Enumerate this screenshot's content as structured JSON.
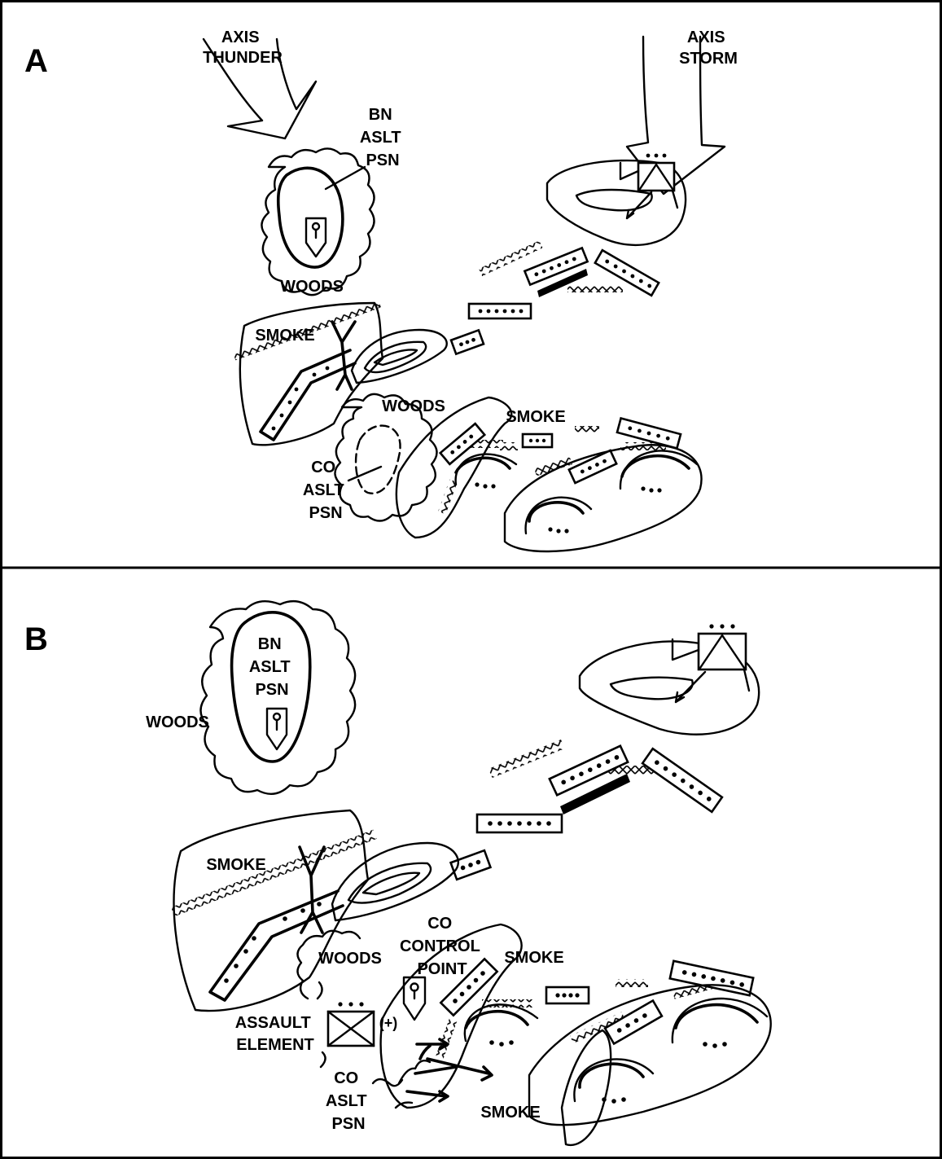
{
  "panel_a": {
    "letter": "A",
    "axis_thunder": [
      "AXIS",
      "THUNDER"
    ],
    "axis_storm": [
      "AXIS",
      "STORM"
    ],
    "bn_aslt_psn": [
      "BN",
      "ASLT",
      "PSN"
    ],
    "woods_1": "WOODS",
    "woods_2": "WOODS",
    "smoke_1": "SMOKE",
    "smoke_2": "SMOKE",
    "co_aslt_psn": [
      "CO",
      "ASLT",
      "PSN"
    ]
  },
  "panel_b": {
    "letter": "B",
    "bn_aslt_psn": [
      "BN",
      "ASLT",
      "PSN"
    ],
    "woods_1": "WOODS",
    "woods_2": "WOODS",
    "smoke_1": "SMOKE",
    "smoke_2": "SMOKE",
    "smoke_3": "SMOKE",
    "co_control_point": [
      "CO",
      "CONTROL",
      "POINT"
    ],
    "assault_element": [
      "ASSAULT",
      "ELEMENT"
    ],
    "reinforced": "(+)",
    "co_aslt_psn": [
      "CO",
      "ASLT",
      "PSN"
    ]
  },
  "colors": {
    "ink": "#000000",
    "paper": "#ffffff"
  }
}
